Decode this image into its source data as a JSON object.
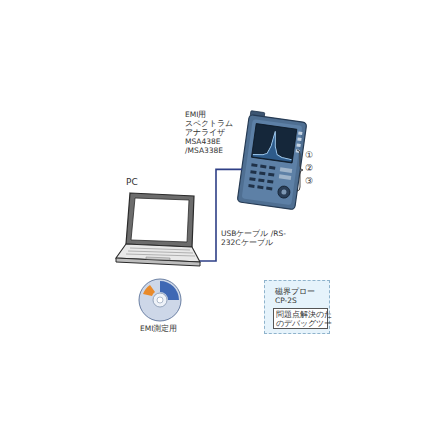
{
  "diagram": {
    "nodes": [
      {
        "text": [
          "EMI用 スペクトラム アナライザ MSA438E /MSA338E"
        ]
      },
      {
        "text": [
          "PC"
        ]
      },
      {
        "text": [
          "EMI測定用"
        ]
      },
      {
        "text": [
          "磁界プロー CP-2S"
        ]
      },
      {
        "text": [
          "問題点解決のた のデバッグツー"
        ],
        "in": 3
      }
    ],
    "edges": [
      {
        "from": 1,
        "to": 0,
        "label": "USBケーブル /RS-232Cケーブル",
        "arrow": "none"
      }
    ],
    "labels": [
      "①",
      "②",
      "③"
    ]
  }
}
